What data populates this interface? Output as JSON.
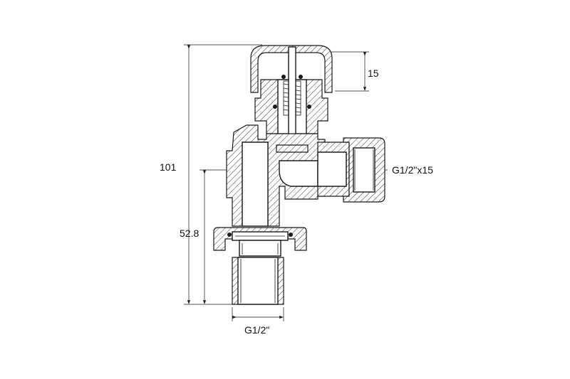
{
  "dimensions": {
    "overall_height": "101",
    "lower_height": "52.8",
    "cap_height": "15",
    "side_thread": "G1/2\"x15",
    "bottom_thread": "G1/2\""
  }
}
